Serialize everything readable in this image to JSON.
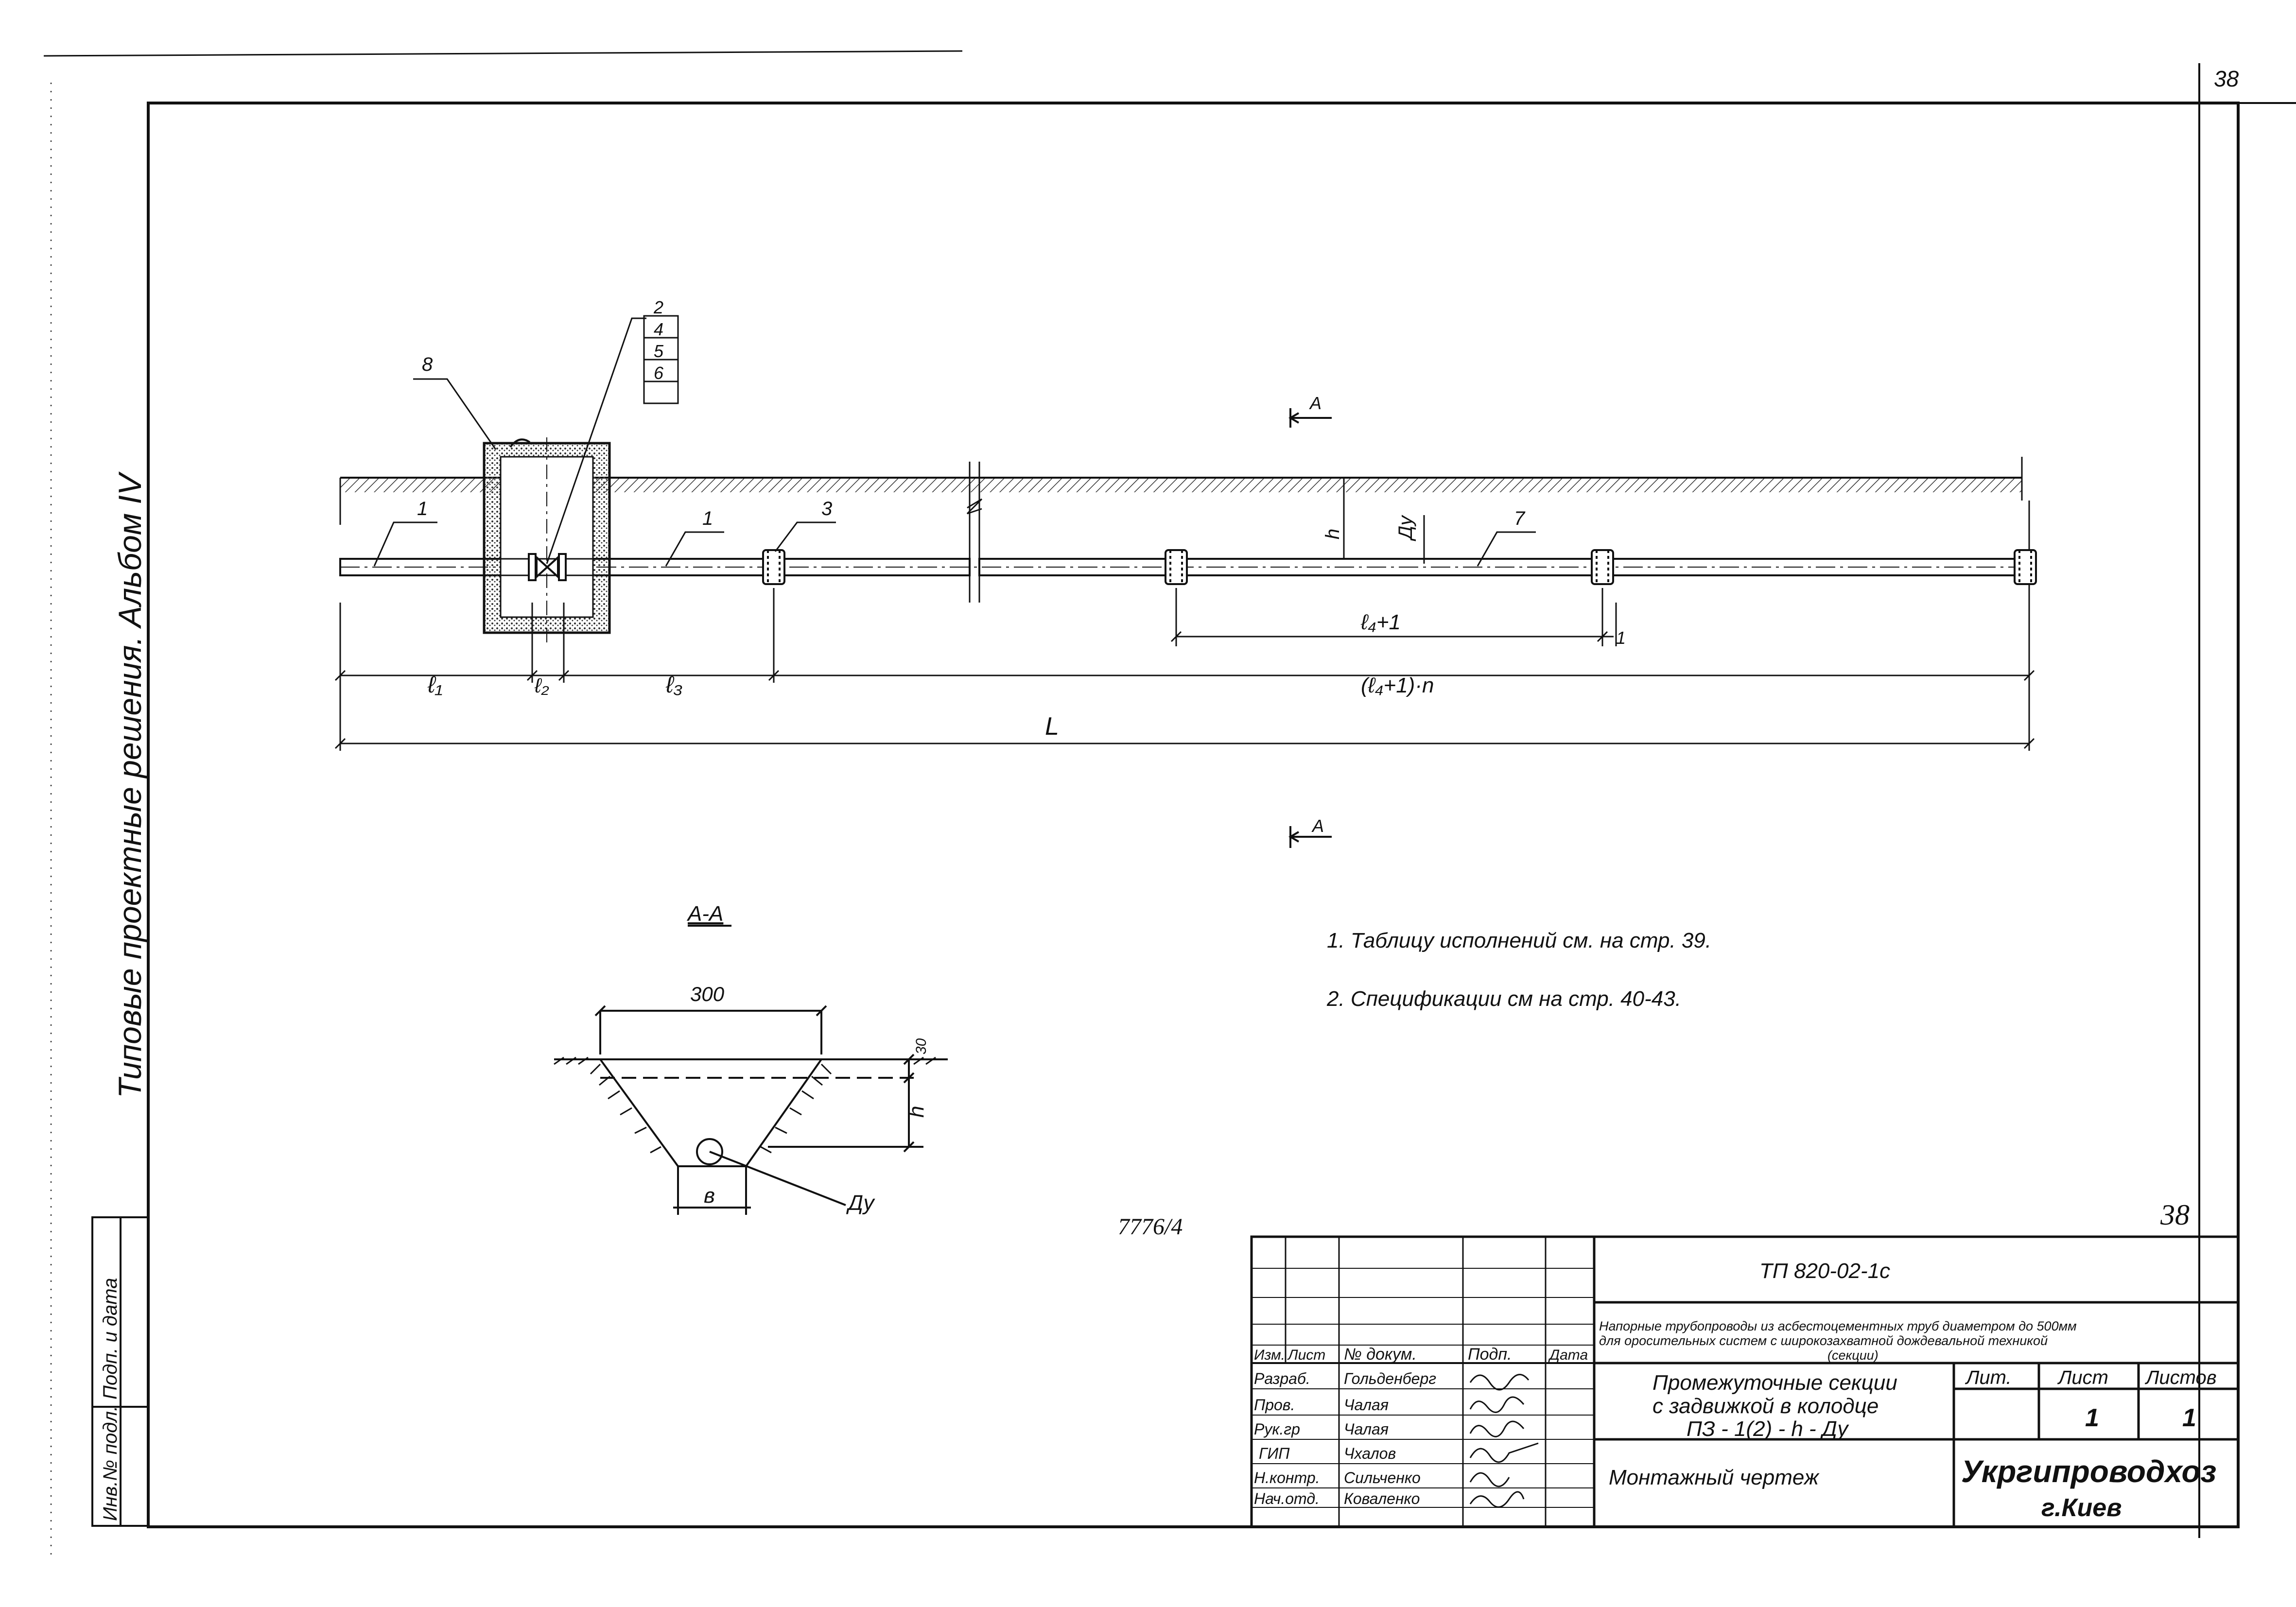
{
  "page_number": "38",
  "side_title": "Типовые  проектные  решения.  Альбом  IV",
  "callouts": {
    "c1a": "1",
    "c1b": "1",
    "c2": "2",
    "c4": "4",
    "c5": "5",
    "c6": "6",
    "c3": "3",
    "c7": "7",
    "c8": "8",
    "c1small": "1"
  },
  "dims": {
    "l1": "ℓ₁",
    "l2": "ℓ₂",
    "l3": "ℓ₃",
    "l4p1": "ℓ₄+1",
    "l4p1n": "(ℓ₄+1)·n",
    "L": "L",
    "h": "h",
    "du": "Ду"
  },
  "section": {
    "marker_top": "A",
    "marker_bottom": "A",
    "title": "А-А",
    "width": "300",
    "depth": "30",
    "h": "h",
    "b": "в",
    "du": "Ду"
  },
  "notes": [
    "1. Таблицу  исполнений  см. на  стр. 39.",
    "2. Спецификации  см  на  стр. 40-43."
  ],
  "stamp_left": "7776/4",
  "stamp_right": "38",
  "title_block": {
    "doc_code": "ТП   820-02-1с",
    "desc_line1": "Напорные трубопроводы из асбестоцементных труб диаметром до 500мм",
    "desc_line2": "для оросительных систем с широкозахватной дождевальной техникой",
    "desc_line3": "(секции)",
    "title_line1": "Промежуточные  секции",
    "title_line2": "с задвижкой  в колодце",
    "title_line3": "ПЗ - 1(2) - h - Ду",
    "subtitle": "Монтажный  чертеж",
    "org_line1": "Укргипроводхоз",
    "org_line2": "г.Киев",
    "lit_label": "Лит.",
    "sheet_label": "Лист",
    "sheets_label": "Листов",
    "sheet_value": "1",
    "sheets_value": "1",
    "col_headers": [
      "Изм.",
      "Лист",
      "№ докум.",
      "Подп.",
      "Дата"
    ],
    "signatories": [
      {
        "role": "Разраб.",
        "name": "Гольденберг"
      },
      {
        "role": "Пров.",
        "name": "Чалая"
      },
      {
        "role": "Рук.гр",
        "name": "Чалая"
      },
      {
        "role": "ГИП",
        "name": "Чхалов"
      },
      {
        "role": "Н.контр.",
        "name": "Сильченко"
      },
      {
        "role": "Нач.отд.",
        "name": "Коваленко"
      }
    ]
  },
  "left_strip": {
    "inv": "Инв.№ подл.",
    "sign": "Подп. и дата"
  }
}
